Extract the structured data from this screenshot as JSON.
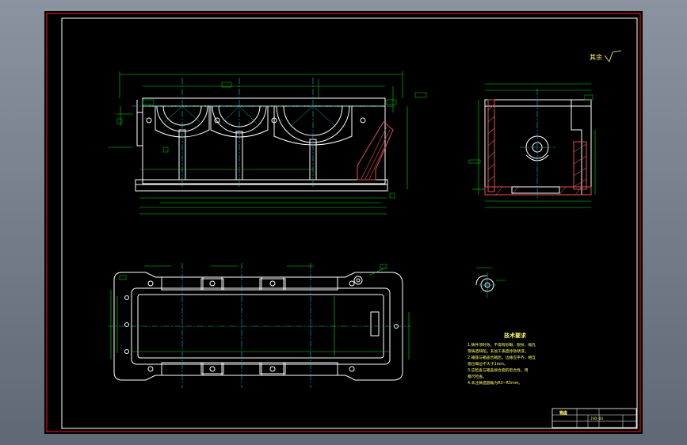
{
  "roughness_note": "其余",
  "tech_requirements": {
    "title": "技术要求",
    "items": [
      "1.铸件须时效，不得有砂眼、裂纹、缩孔",
      "  等铸造缺陷，非加工表面涂防锈漆。",
      "2.箱座与箱盖合箱后，边缘应平齐，相互",
      "  错位每边不大于1mm。",
      "3.应检查与箱盖接合面的密合性，用",
      "  塞尺检查。",
      "4.未注铸造圆角为R3~R5mm。"
    ]
  },
  "title_block": {
    "part_name": "箱座",
    "drawing_number": "JSQ-01"
  },
  "colors": {
    "sheet": "#000000",
    "frame": "#e01010",
    "outline": "#ffffff",
    "dimension": "#00e000",
    "centerline": "#00c8c8",
    "hatch": "#e05050",
    "text": "#ffff66"
  }
}
